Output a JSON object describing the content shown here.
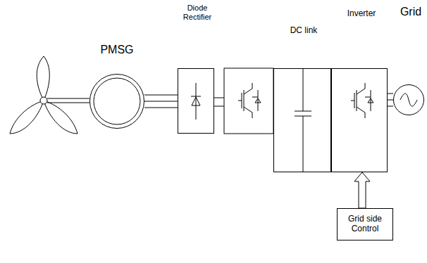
{
  "diagram": {
    "nodes": [
      {
        "text": [
          "PMSG"
        ]
      },
      {
        "text": [
          "Diode Rectifier"
        ]
      },
      {
        "text": [
          "DC link"
        ]
      },
      {
        "text": [
          "Inverter"
        ]
      },
      {
        "text": [
          "Grid"
        ]
      },
      {
        "text": [
          "Grid side Control"
        ]
      }
    ],
    "edges": [
      {
        "from": 0,
        "to": 1,
        "arrow": "none"
      },
      {
        "from": 3,
        "to": 4,
        "arrow": "none"
      },
      {
        "from": 5,
        "to": 3,
        "arrow": "to"
      }
    ]
  }
}
